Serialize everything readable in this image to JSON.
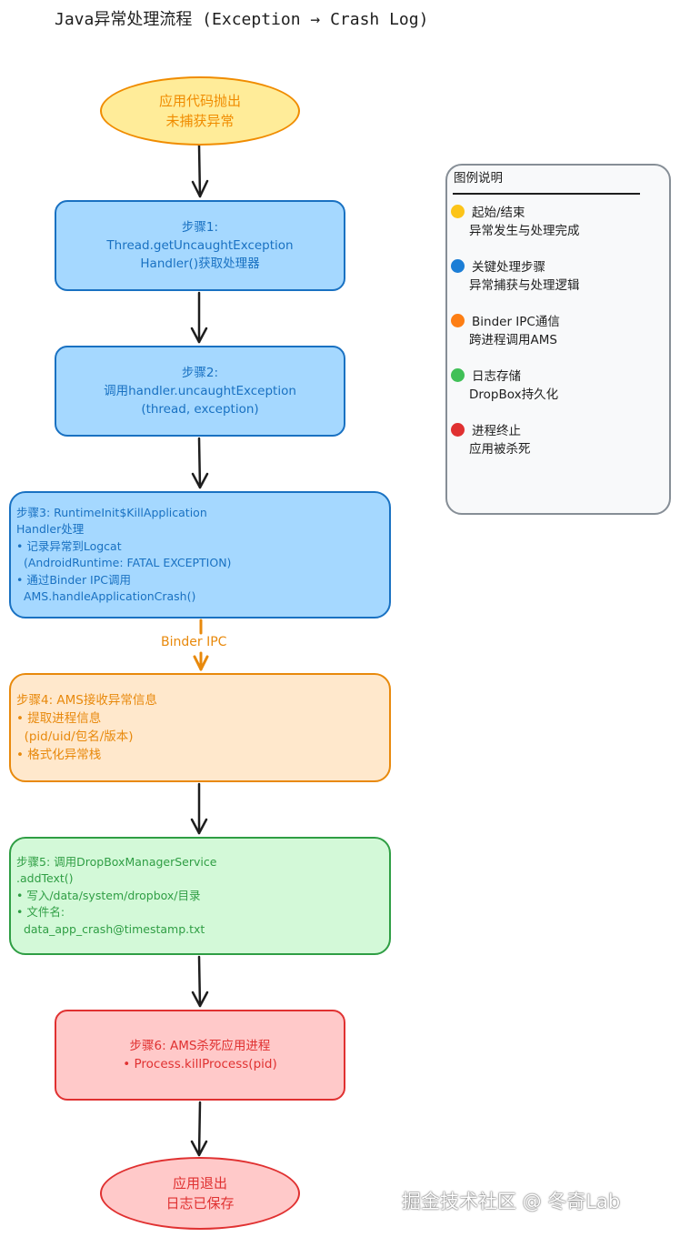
{
  "title": "Java异常处理流程 (Exception → Crash Log)",
  "nodes": {
    "start": {
      "lines": [
        "应用代码抛出",
        "未捕获异常"
      ]
    },
    "step1": {
      "lines": [
        "步骤1:",
        "Thread.getUncaughtException",
        "Handler()获取处理器"
      ]
    },
    "step2": {
      "lines": [
        "步骤2:",
        "调用handler.uncaughtException",
        "(thread, exception)"
      ]
    },
    "step3": {
      "lines": [
        "步骤3: RuntimeInit$KillApplication",
        "Handler处理",
        "• 记录异常到Logcat",
        "  (AndroidRuntime: FATAL EXCEPTION)",
        "• 通过Binder IPC调用",
        "  AMS.handleApplicationCrash()"
      ]
    },
    "step4": {
      "lines": [
        "步骤4: AMS接收异常信息",
        "• 提取进程信息",
        "  (pid/uid/包名/版本)",
        "• 格式化异常栈"
      ]
    },
    "step5": {
      "lines": [
        "步骤5: 调用DropBoxManagerService",
        ".addText()",
        "• 写入/data/system/dropbox/目录",
        "• 文件名:",
        "  data_app_crash@timestamp.txt"
      ]
    },
    "step6": {
      "lines": [
        "步骤6: AMS杀死应用进程",
        "• Process.killProcess(pid)"
      ]
    },
    "end": {
      "lines": [
        "应用退出",
        "日志已保存"
      ]
    }
  },
  "edge_label": "Binder IPC",
  "legend": {
    "title": "图例说明",
    "items": [
      {
        "color": "#fcc419",
        "label": "起始/结束",
        "desc": "异常发生与处理完成"
      },
      {
        "color": "#1c7ed6",
        "label": "关键处理步骤",
        "desc": "异常捕获与处理逻辑"
      },
      {
        "color": "#fd7e14",
        "label": "Binder IPC通信",
        "desc": "跨进程调用AMS"
      },
      {
        "color": "#40c057",
        "label": "日志存储",
        "desc": "DropBox持久化"
      },
      {
        "color": "#e03131",
        "label": "进程终止",
        "desc": "应用被杀死"
      }
    ]
  },
  "watermark": "掘金技术社区 @ 冬奇Lab"
}
